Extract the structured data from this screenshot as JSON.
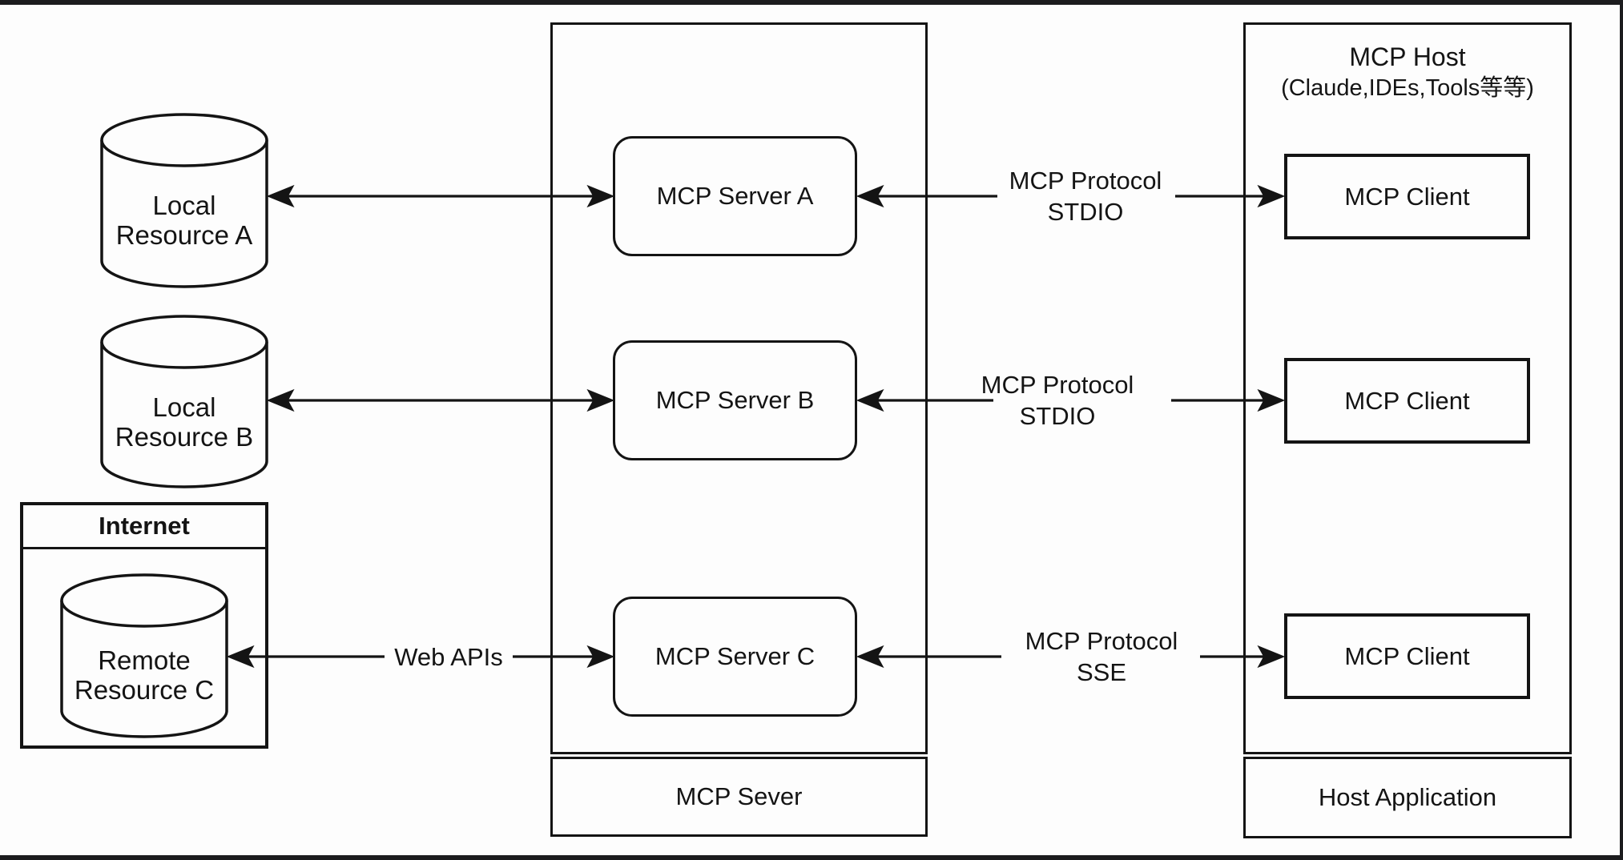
{
  "resources": {
    "local_a": {
      "line1": "Local",
      "line2": "Resource A"
    },
    "local_b": {
      "line1": "Local",
      "line2": "Resource B"
    },
    "remote_c": {
      "line1": "Remote",
      "line2": "Resource C"
    },
    "internet_label": "Internet"
  },
  "servers": {
    "container_label": "MCP Sever",
    "items": [
      "MCP Server A",
      "MCP Server B",
      "MCP Server C"
    ]
  },
  "host": {
    "title_line1": "MCP Host",
    "title_line2": "(Claude,IDEs,Tools等等)",
    "clients": [
      "MCP Client",
      "MCP Client",
      "MCP Client"
    ],
    "footer_label": "Host Application"
  },
  "connections": {
    "row_a": {
      "line1": "MCP Protocol",
      "line2": "STDIO"
    },
    "row_b": {
      "line1": "MCP Protocol",
      "line2": "STDIO"
    },
    "row_c": {
      "line1": "MCP Protocol",
      "line2": "SSE"
    },
    "web_apis": "Web APIs"
  },
  "colors": {
    "stroke": "#141414",
    "background": "#fdfdfd",
    "frame_bar": "#1c1c1e"
  }
}
